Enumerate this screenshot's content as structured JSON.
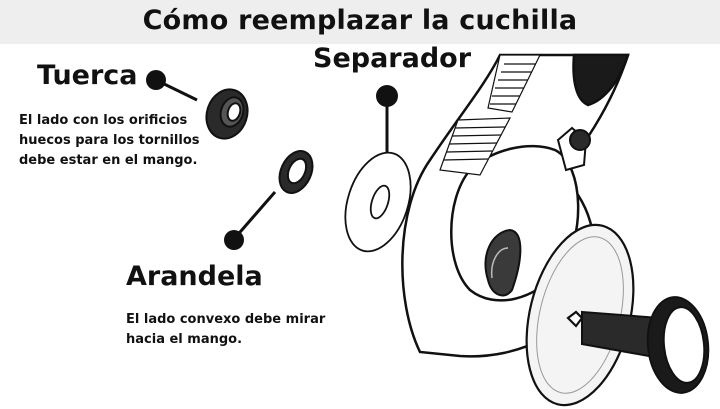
{
  "title": "Cómo reemplazar la cuchilla",
  "parts": {
    "tuerca": {
      "label": "Tuerca",
      "description_lines": [
        "El lado con los orificios",
        "huecos para los tornillos",
        "debe estar en el mango."
      ]
    },
    "arandela": {
      "label": "Arandela",
      "description_lines": [
        "El lado convexo debe mirar",
        "hacia el mango."
      ]
    },
    "separador": {
      "label": "Separador"
    }
  }
}
